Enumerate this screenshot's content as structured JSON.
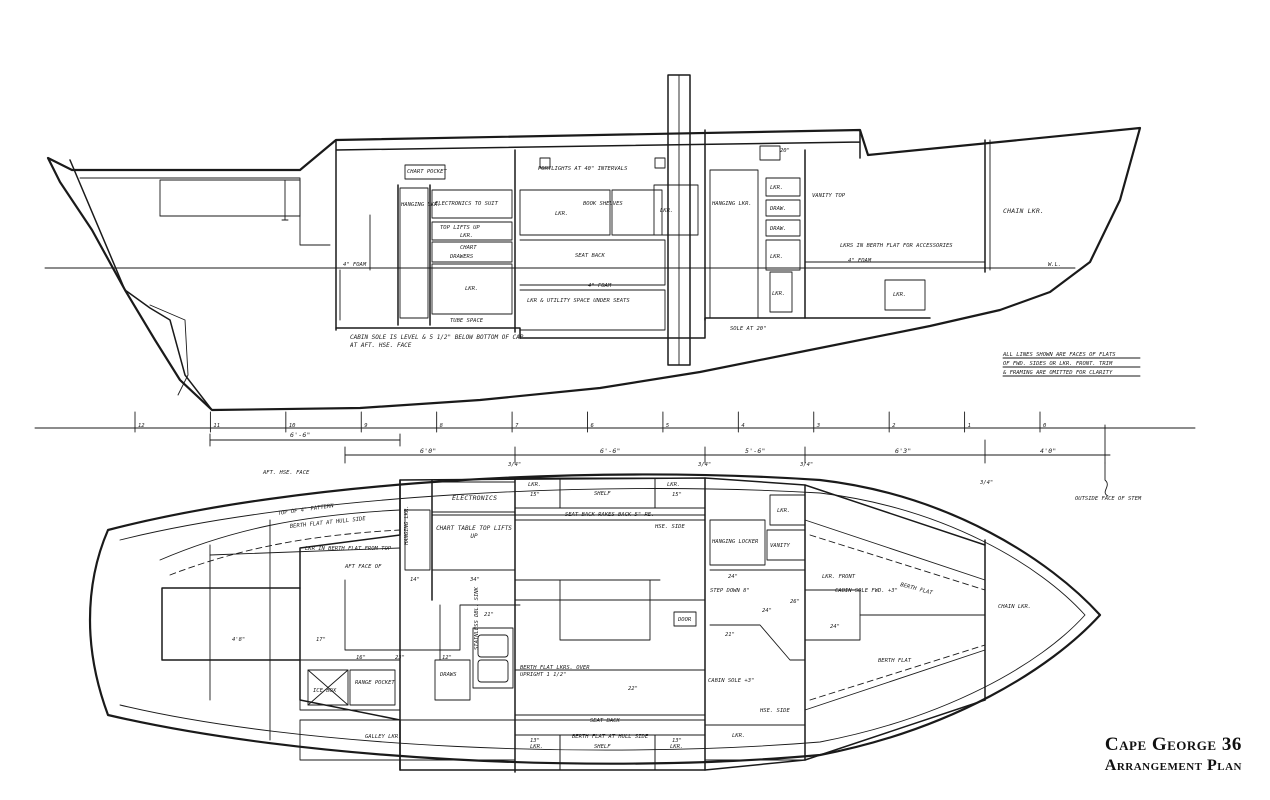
{
  "title": {
    "line1": "Cape George 36",
    "line2": "Arrangement Plan"
  },
  "profile_labels": {
    "chart_pocket": "CHART POCKET",
    "hanging_lkr_aft": "HANGING LKR.",
    "electronics": "ELECTRONICS TO SUIT",
    "top_lifts_up": "TOP LIFTS UP",
    "lkr_under_top": "LKR.",
    "chart": "CHART",
    "drawers": "DRAWERS",
    "lkr_low": "LKR.",
    "tube_space": "TUBE SPACE",
    "portlights": "PORTLIGHTS AT 40\" INTERVALS",
    "lkr_upper": "LKR.",
    "book_shelves": "BOOK SHELVES",
    "lkr_mid": "LKR.",
    "seat_back": "SEAT BACK",
    "at_foam": "4\" FOAM",
    "lkr_utility": "LKR & UTILITY SPACE UNDER SEATS",
    "hanging_lkr_fwd": "HANGING LKR.",
    "vanity_top": "VANITY TOP",
    "lkr_a": "LKR.",
    "draw_a": "DRAW.",
    "draw_b": "DRAW.",
    "lkr_b": "LKR.",
    "lkr_c": "LKR.",
    "lkrs_berth_flat": "LKRS IN BERTH FLAT FOR ACCESSORIES",
    "at_foam_fwd": "4\" FOAM",
    "lkr_fwd": "LKR.",
    "chain_lkr": "CHAIN LKR.",
    "wl": "W.L.",
    "cabin_sole_note": "CABIN SOLE IS LEVEL & 5 1/2\" BELOW BOTTOM OF CAP AT AFT. HSE. FACE",
    "sole_note2": "SOLE AT 20\"",
    "hatch": "20\"",
    "all_lines_note_1": "ALL LINES SHOWN ARE FACES OF FLATS",
    "all_lines_note_2": "OF FWD. SIDES OR LKR. FRONT. TRIM",
    "all_lines_note_3": "& FRAMING ARE OMITTED FOR CLARITY",
    "at_foam_aft": "4\" FOAM"
  },
  "stations": [
    "12",
    "11",
    "10",
    "9",
    "8",
    "7",
    "6",
    "5",
    "4",
    "3",
    "2",
    "1",
    "0"
  ],
  "dimensions": {
    "d1": "6'-6\"",
    "d2": "6'0\"",
    "d3": "6'-6\"",
    "d4": "5'-6\"",
    "d5": "6'3\"",
    "d6": "4'0\"",
    "aft_hse_face": "AFT. HSE. FACE",
    "outside_face": "OUTSIDE FACE OF STEM",
    "d_3_4a": "3/4\"",
    "d_3_4b": "3/4\"",
    "d_3_4c": "3/4\"",
    "d_3_4d": "3/4\""
  },
  "plan_labels": {
    "top_rail": "TOP OF 4\" PATTERN",
    "berth_flat_hull": "BERTH FLAT AT HULL SIDE",
    "lkr_berth_flat": "LKR IN BERTH FLAT FROM TOP",
    "aft_face": "AFT FACE OF",
    "hanging_lkr": "HANGING LKR.",
    "electronics": "ELECTRONICS",
    "chart_table": "CHART TABLE TOP LIFTS UP",
    "lkr_top1": "LKR.",
    "shelf_top": "SHELF",
    "lkr_top2": "LKR.",
    "seat_back_top": "SEAT BACK RAKES BACK 5\" RE.",
    "hsg_side": "HSE. SIDE",
    "hanging_locker": "HANGING LOCKER",
    "vanity": "VANITY",
    "lkr_fwd": "LKR.",
    "berth_flat_fwd": "BERTH FLAT",
    "berth_flat_fwd2": "BERTH FLAT",
    "step_down": "STEP DOWN 8\"",
    "lkr_front": "LKR. FRONT",
    "cabin_sole_fwd": "CABIN SOLE FWD. +3\"",
    "chain_lkr": "CHAIN LKR.",
    "range_pocket": "RANGE POCKET",
    "ice_box": "ICE BOX",
    "draws": "DRAWS",
    "stainless_sink": "STAINLESS DBL. SINK",
    "berth_flat_lkrs": "BERTH FLAT LKRS. OVER UPRIGHT 1 1/2\"",
    "cabin_sole_aft": "CABIN SOLE +3\"",
    "hse_side": "HSE. SIDE",
    "seat_back_bot": "SEAT BACK",
    "galley_lkr": "GALLEY LKR.",
    "lkr_bot1": "LKR.",
    "shelf_bot": "SHELF",
    "berth_flat_hull_bot": "BERTH FLAT AT HULL SIDE",
    "lkr_bot2": "LKR.",
    "lkr_bot3": "LKR.",
    "door": "DOOR",
    "d_48": "4'8\"",
    "d_17": "17\"",
    "d_14": "14\"",
    "d_34": "34\"",
    "d_21": "21\"",
    "d_16": "16\"",
    "d_23": "23\"",
    "d_12": "12\"",
    "d_24a": "24\"",
    "d_24b": "24\"",
    "d_21b": "21\"",
    "d_15a": "15\"",
    "d_15b": "15\"",
    "d_13a": "13\"",
    "d_13b": "13\"",
    "d_26": "26\"",
    "d_24c": "24\"",
    "d_22": "22\""
  }
}
